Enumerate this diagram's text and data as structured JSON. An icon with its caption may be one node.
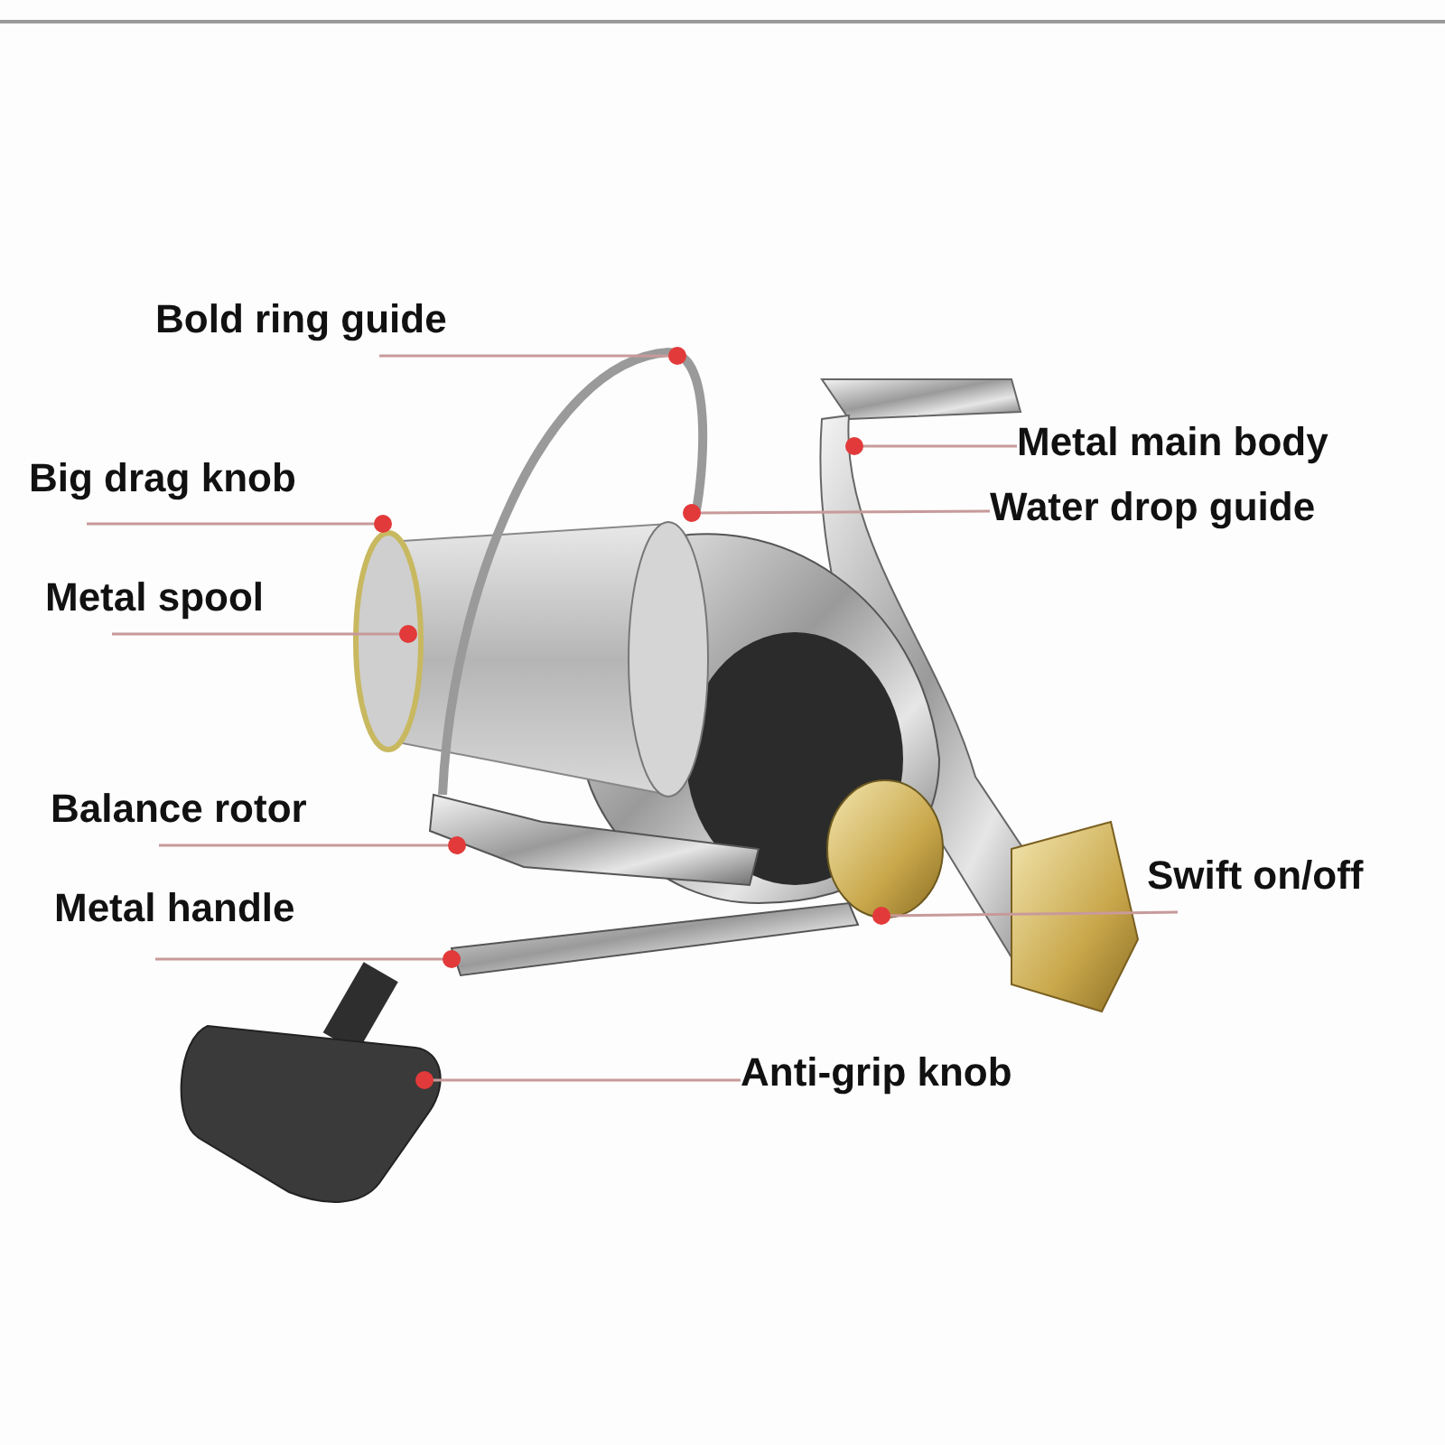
{
  "diagram": {
    "nodes": [
      {
        "text": [
          "Bold ring guide"
        ]
      },
      {
        "text": [
          "Big drag knob"
        ]
      },
      {
        "text": [
          "Metal spool"
        ]
      },
      {
        "text": [
          "Balance rotor"
        ]
      },
      {
        "text": [
          "Metal handle"
        ]
      },
      {
        "text": [
          "Anti-grip knob"
        ]
      },
      {
        "text": [
          "Metal main body"
        ]
      },
      {
        "text": [
          "Water drop guide"
        ]
      },
      {
        "text": [
          "Swift on/off"
        ]
      }
    ],
    "edges": [
      {
        "from": 0,
        "to": null,
        "arrow": "other"
      },
      {
        "from": 1,
        "to": null,
        "arrow": "other"
      },
      {
        "from": 2,
        "to": null,
        "arrow": "other"
      },
      {
        "from": 3,
        "to": null,
        "arrow": "other"
      },
      {
        "from": 4,
        "to": null,
        "arrow": "other"
      },
      {
        "from": 5,
        "to": null,
        "arrow": "other"
      },
      {
        "from": 6,
        "to": null,
        "arrow": "other"
      },
      {
        "from": 7,
        "to": null,
        "arrow": "other"
      },
      {
        "from": 8,
        "to": null,
        "arrow": "other"
      }
    ]
  }
}
